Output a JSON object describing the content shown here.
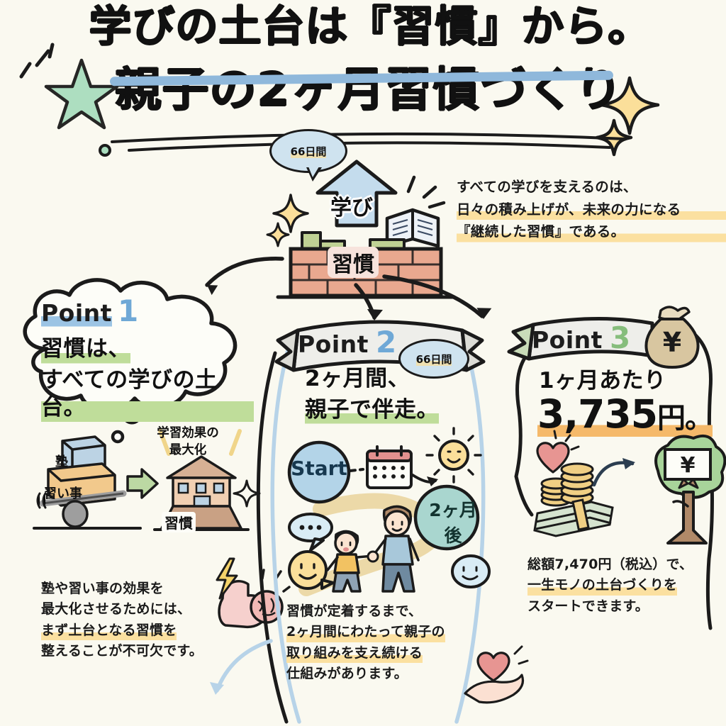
{
  "background_color": "#faf9f0",
  "title": {
    "line1": "学びの土台は『習慣』から。",
    "line2": "親子の2ヶ月習慣づくり",
    "underline_color": "#8fb8db"
  },
  "badges": {
    "duration": "66日間"
  },
  "hero": {
    "arrow_label": "学び",
    "foundation_label": "習慣",
    "book_icon": "open-book-icon",
    "sparkle_icon": "sparkle-icon"
  },
  "intro": {
    "line1": "すべての学びを支えるのは、",
    "line2": "日々の積み上げが、未来の力になる",
    "line3": "『継続した習慣』である。"
  },
  "points": [
    {
      "label": "Point",
      "number": "1",
      "number_color": "#6fa8d6",
      "headline_line1": "習慣は、",
      "headline_line2": "すべての学びの土台。",
      "illustration": {
        "box_top": "塾",
        "box_bottom": "習い事",
        "arrow_icon": "right-arrow-icon",
        "result_caption_line1": "学習効果の",
        "result_caption_line2": "最大化",
        "house_base_label": "習慣"
      },
      "caption_line1": "塾や習い事の効果を",
      "caption_line2": "最大化させるためには、",
      "caption_line3": "まず土台となる習慣を",
      "caption_line4": "整えることが不可欠です。",
      "caption_icon": "muscle-brain-icon"
    },
    {
      "label": "Point",
      "number": "2",
      "number_color": "#6fa8d6",
      "headline_line1": "2ヶ月間、",
      "headline_line2": "親子で伴走。",
      "illustration": {
        "start_label": "Start",
        "end_label": "2ヶ月後",
        "calendar_icon": "calendar-icon",
        "sun_icon": "sun-smile-icon",
        "people_icon": "parent-child-icon",
        "speech_icon": "speech-bubble-icon",
        "smiley_icon": "smiley-face-icon"
      },
      "caption_line1": "習慣が定着するまで、",
      "caption_line2": "2ヶ月間にわたって親子の",
      "caption_line3": "取り組みを支え続ける",
      "caption_line4": "仕組みがあります。",
      "caption_icon": "hand-heart-icon"
    },
    {
      "label": "Point",
      "number": "3",
      "number_color": "#86bd7c",
      "headline_line1": "1ヶ月あたり",
      "price": "3,735",
      "price_unit": "円。",
      "illustration": {
        "money_icon": "coins-and-bills-icon",
        "heart_icon": "heart-icon",
        "arrow_icon": "curved-arrow-icon",
        "tree_icon": "money-tree-icon",
        "tree_sign": "¥",
        "money_bag_icon": "money-bag-icon",
        "money_bag_sign": "¥"
      },
      "caption_line1": "総額7,470円（税込）で、",
      "caption_line2": "一生モノの土台づくりを",
      "caption_line3": "スタートできます。"
    }
  ],
  "decorations": {
    "star_icon": "green-star-icon",
    "sparkle_icon": "yellow-sparkle-icon",
    "dot_icon": "small-circle-icon"
  }
}
